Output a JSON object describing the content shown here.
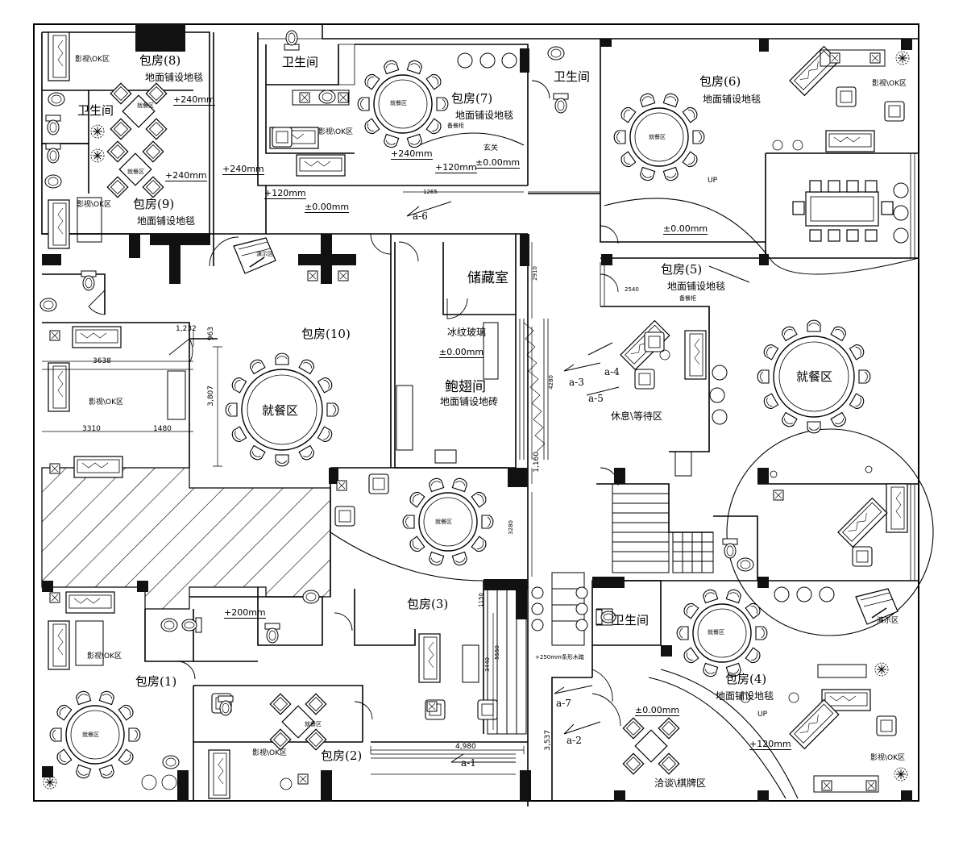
{
  "rooms": {
    "r8": {
      "name": "包房(8)",
      "floor": "地面铺设地毯",
      "av": "影视\\OK区",
      "dining": "就餐区",
      "wc": "卫生间",
      "elev": "+240mm"
    },
    "r9": {
      "name": "包房(9)",
      "floor": "地面铺设地毯",
      "av": "影视\\OK区",
      "dining": "就餐区",
      "elev": "+240mm"
    },
    "r7": {
      "name": "包房(7)",
      "floor": "地面铺设地毯",
      "dining": "就餐区",
      "av": "影视\\OK区",
      "wc": "卫生间",
      "cabinet": "备餐柜",
      "entry": "玄关",
      "elev1": "+240mm",
      "elev2": "+120mm",
      "elev3": "±0.00mm"
    },
    "r6": {
      "name": "包房(6)",
      "floor": "地面铺设地毯",
      "dining": "就餐区",
      "av": "影视\\OK区",
      "wc": "卫生间",
      "up": "UP",
      "elev": "±0.00mm"
    },
    "r5": {
      "name": "包房(5)",
      "floor": "地面铺设地毯",
      "cabinet": "备餐柜",
      "dining": "就餐区",
      "lounge": "休息\\等待区"
    },
    "r10": {
      "name": "包房(10)",
      "dining": "就餐区",
      "av": "影视\\OK区",
      "demo": "演示区"
    },
    "storage": {
      "name": "储藏室"
    },
    "glass": {
      "label": "冰纹玻璃",
      "elev": "±0.00mm"
    },
    "hall": {
      "name": "鲍翅间",
      "floor": "地面铺设地砖"
    },
    "r3": {
      "name": "包房(3)",
      "dining": "就餐区",
      "elev": "+200mm",
      "stair": "+250mm条形木踏"
    },
    "r1": {
      "name": "包房(1)",
      "dining": "就餐区",
      "av": "影视\\OK区"
    },
    "r2": {
      "name": "包房(2)",
      "dining": "就餐区",
      "av": "影视\\OK区"
    },
    "r4": {
      "name": "包房(4)",
      "floor": "地面铺设地毯",
      "dining": "就餐区",
      "av": "影视\\OK区",
      "wc": "卫生间",
      "demo": "演示区",
      "up": "UP",
      "elev1": "±0.00mm",
      "elev2": "+120mm",
      "chess": "洽谈\\棋牌区"
    }
  },
  "corridor": {
    "elev1": "+240mm",
    "elev2": "+120mm",
    "elev3": "±0.00mm"
  },
  "sections": [
    "a-1",
    "a-2",
    "a-3",
    "a-4",
    "a-5",
    "a-6",
    "a-7"
  ],
  "dims": {
    "d1232": "1,232",
    "d963": "963",
    "d3638": "3638",
    "d3807": "3,807",
    "d3310": "3310",
    "d1480": "1480",
    "d1160": "1,160",
    "d4980": "4,980",
    "d3537": "3,537",
    "d2910": "2910",
    "d4280": "4280",
    "d3280": "3280",
    "d3440": "3440",
    "d1265": "1265",
    "d2540": "2540",
    "d1150": "1150",
    "d5550": "5550"
  },
  "colors": {
    "ink": "#000000",
    "paper": "#ffffff",
    "fill": "#111111"
  }
}
